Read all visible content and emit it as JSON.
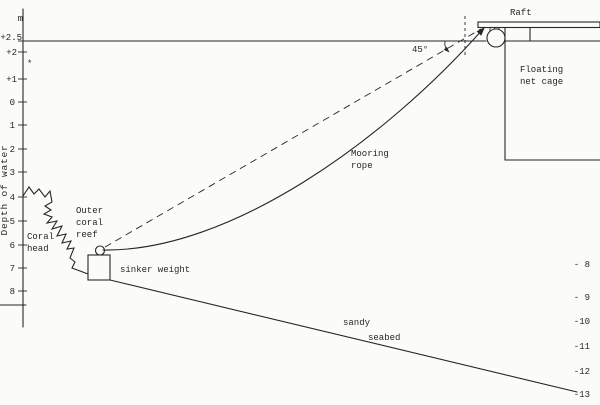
{
  "title": "Mooring diagram of a floating net cage",
  "colors": {
    "ink": "#262626",
    "paper": "#fbfbf9"
  },
  "axis": {
    "unit": "m",
    "label": "Depth of water"
  },
  "scales": {
    "left": [
      "+2.5",
      "+2",
      "+1",
      "0",
      "1",
      "2",
      "3",
      "4",
      "5",
      "6",
      "7",
      "8"
    ],
    "right": [
      "- 8",
      "- 9",
      "-10",
      "-11",
      "-12",
      "-13"
    ]
  },
  "labels": {
    "raft": "Raft",
    "floating_line1": "Floating",
    "floating_line2": "net cage",
    "mooring_line1": "Mooring",
    "mooring_line2": "rope",
    "angle": "45°",
    "outer_reef_line1": "Outer",
    "outer_reef_line2": "coral",
    "outer_reef_line3": "reef",
    "coral_head_line1": "Coral",
    "coral_head_line2": "head",
    "sinker_weight": "sinker weight",
    "seabed_line1": "sandy",
    "seabed_line2": "seabed",
    "star_mark": "*"
  }
}
